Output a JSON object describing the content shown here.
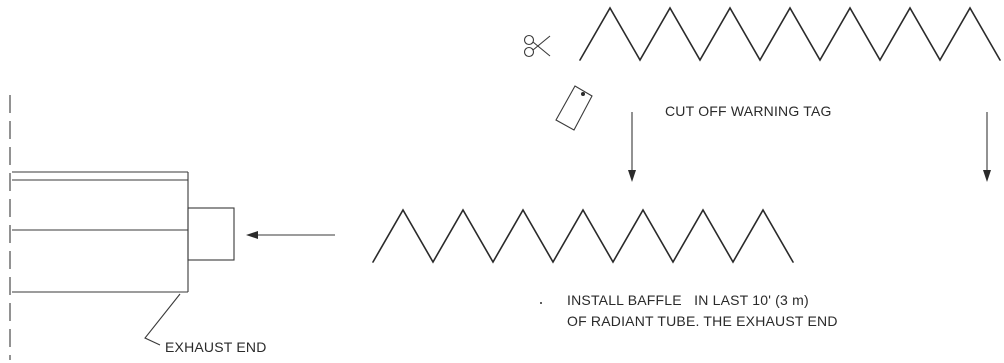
{
  "labels": {
    "cut_tag": "CUT OFF WARNING TAG",
    "install_line1": "INSTALL BAFFLE   IN LAST 10' (3 m)",
    "install_line2": "OF RADIANT TUBE. THE EXHAUST END",
    "exhaust_end": "EXHAUST END"
  },
  "icons": {
    "scissors": "scissors-icon",
    "tag": "warning-tag-icon"
  },
  "colors": {
    "line": "#2b2b2b",
    "background": "#ffffff"
  }
}
